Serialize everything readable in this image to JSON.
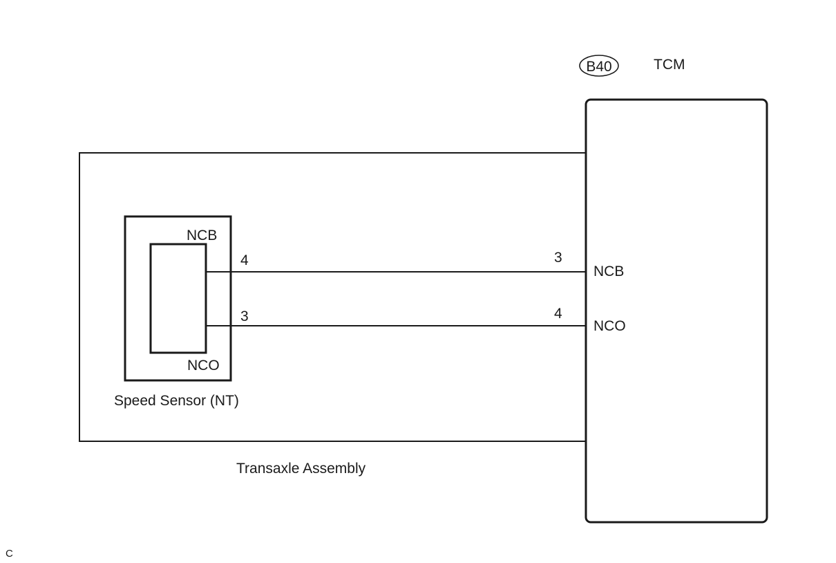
{
  "connector": {
    "code": "B40",
    "module_name": "TCM"
  },
  "tcm": {
    "pins": [
      {
        "number": "3",
        "signal": "NCB"
      },
      {
        "number": "4",
        "signal": "NCO"
      }
    ]
  },
  "sensor": {
    "name": "Speed Sensor (NT)",
    "terminal_top": "NCB",
    "terminal_bottom": "NCO",
    "pins": [
      {
        "number": "4"
      },
      {
        "number": "3"
      }
    ]
  },
  "assembly": {
    "name": "Transaxle Assembly"
  },
  "footer": {
    "code": "C"
  }
}
